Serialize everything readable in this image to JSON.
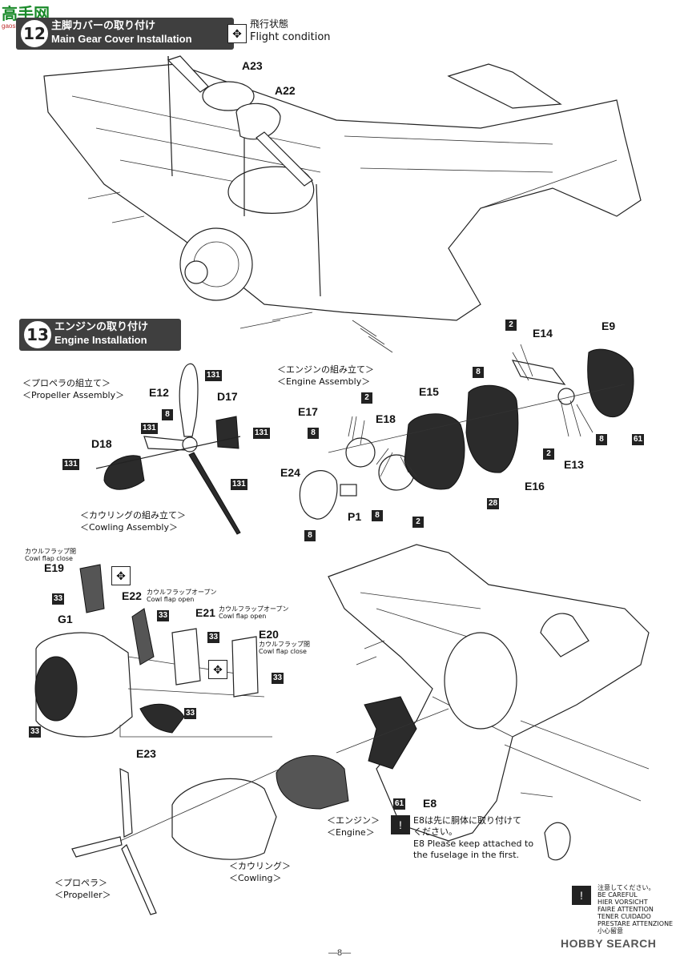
{
  "watermark": {
    "brand_cn": "高手网",
    "brand_url": "gaoshounet.com"
  },
  "step12": {
    "number": "12",
    "title_jp": "主脚カバーの取り付け",
    "title_en": "Main Gear Cover Installation"
  },
  "flight": {
    "label_jp": "飛行状態",
    "label_en": "Flight condition",
    "icon": "flight-arrows-icon"
  },
  "step12_parts": [
    "A23",
    "A22"
  ],
  "step13": {
    "number": "13",
    "title_jp": "エンジンの取り付け",
    "title_en": "Engine Installation"
  },
  "propeller_assembly": {
    "jp": "＜プロペラの組立て＞",
    "en": "＜Propeller Assembly＞"
  },
  "engine_assembly": {
    "jp": "＜エンジンの組み立て＞",
    "en": "＜Engine Assembly＞"
  },
  "cowling_assembly": {
    "jp": "＜カウリングの組み立て＞",
    "en": "＜Cowling Assembly＞"
  },
  "parts": {
    "e12": "E12",
    "d17": "D17",
    "d18": "D18",
    "e17": "E17",
    "e18": "E18",
    "e15": "E15",
    "e14": "E14",
    "e9": "E9",
    "e24": "E24",
    "p1": "P1",
    "e16": "E16",
    "e13": "E13",
    "e19": "E19",
    "e22": "E22",
    "e21": "E21",
    "e20": "E20",
    "g1": "G1",
    "e23": "E23",
    "e8": "E8"
  },
  "paint_codes": {
    "c131": "131",
    "c2": "2",
    "c8": "8",
    "c28": "28",
    "c61": "61",
    "c33": "33"
  },
  "cowl_flap": {
    "close_jp": "カウルフラップ閉",
    "close_en": "Cowl flap close",
    "open_jp": "カウルフラップオープン",
    "open_en": "Cowl flap open"
  },
  "bottom_labels": {
    "engine_jp": "＜エンジン＞",
    "engine_en": "＜Engine＞",
    "cowling_jp": "＜カウリング＞",
    "cowling_en": "＜Cowling＞",
    "propeller_jp": "＜プロペラ＞",
    "propeller_en": "＜Propeller＞"
  },
  "e8_note": {
    "jp_line1": "E8は先に胴体に取り付けて",
    "jp_line2": "ください。",
    "en_line1": "E8 Please keep attached to",
    "en_line2": "the fuselage in the first."
  },
  "caution": {
    "lines": [
      "注意してください。",
      "BE CAREFUL",
      "HIER VORSICHT",
      "FAIRE ATTENTION",
      "TENER CUIDADO",
      "PRESTARE ATTENZIONE",
      "小心留意"
    ]
  },
  "footer": {
    "hobby_search": "HOBBY SEARCH",
    "page_number": "—8—"
  }
}
